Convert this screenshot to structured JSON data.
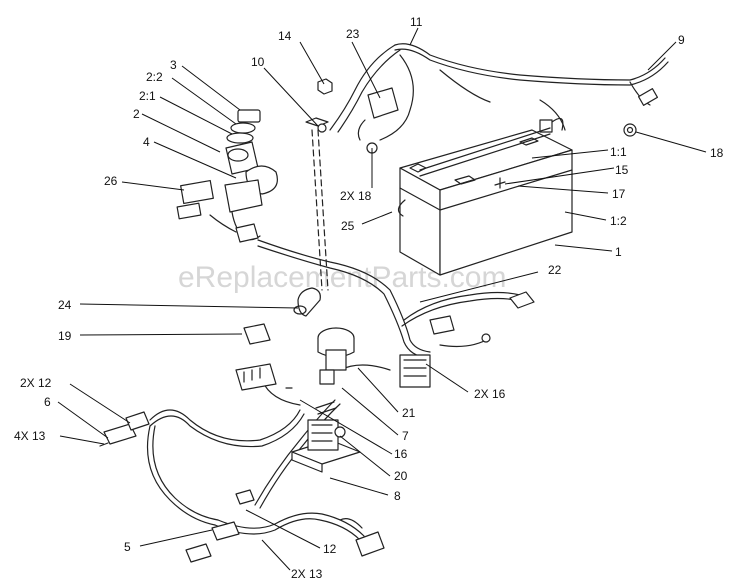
{
  "watermark": "eReplacementParts.com",
  "labels": {
    "p1": "1",
    "p1_1": "1:1",
    "p1_2": "1:2",
    "p2": "2",
    "p2_1": "2:1",
    "p2_2": "2:2",
    "p3": "3",
    "p4": "4",
    "p5": "5",
    "p6": "6",
    "p7": "7",
    "p8": "8",
    "p9": "9",
    "p10": "10",
    "p11": "11",
    "p12": "12",
    "p2x12": "2X 12",
    "p2x13": "2X 13",
    "p4x13": "4X 13",
    "p14": "14",
    "p15": "15",
    "p16": "16",
    "p2x16": "2X 16",
    "p17": "17",
    "p18": "18",
    "p2x18": "2X 18",
    "p19": "19",
    "p20": "20",
    "p21": "21",
    "p22": "22",
    "p23": "23",
    "p24": "24",
    "p25": "25",
    "p26": "26"
  }
}
